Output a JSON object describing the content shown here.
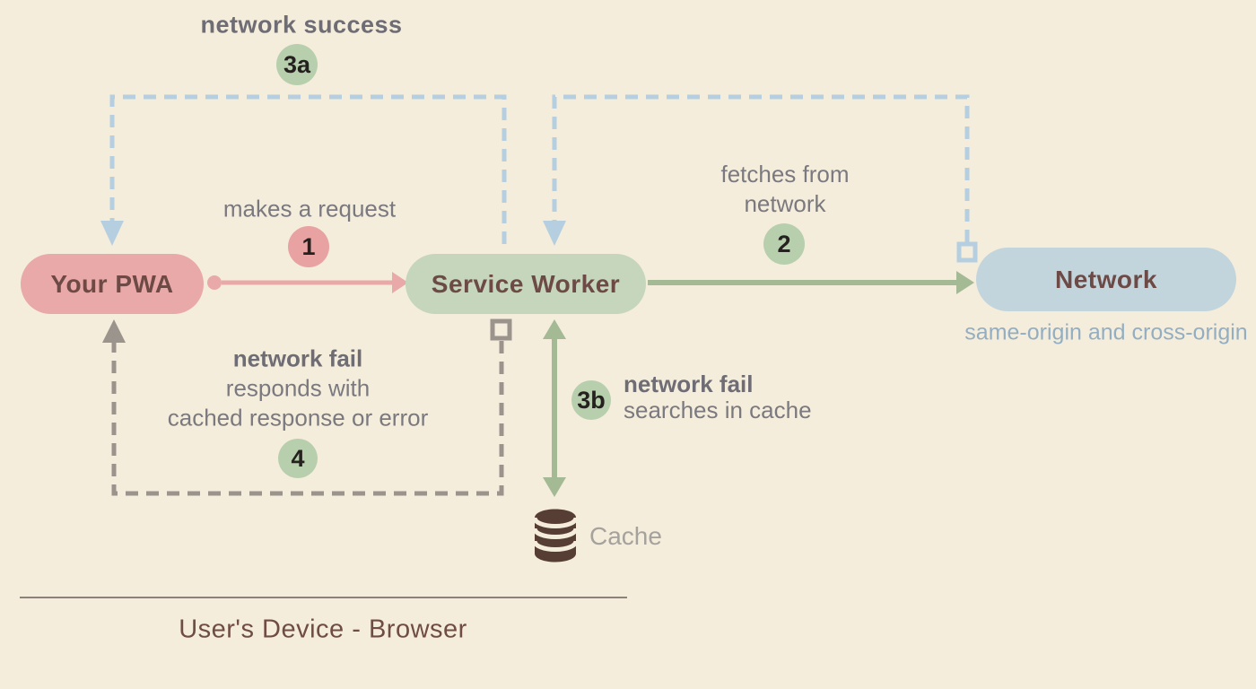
{
  "colors": {
    "background": "#f5eddb",
    "pwa_pill": "#e9a9a9",
    "service_worker_pill": "#c5d6bd",
    "network_pill": "#c2d5dc",
    "pill_text": "#6d4a45",
    "badge_pink": "#e8a2a2",
    "badge_green": "#b7cfad",
    "badge_text": "#24211e",
    "blue_dash": "#b5cfe0",
    "gray_dash": "#9b948d",
    "green_arrow": "#a4ba95",
    "pink_arrow": "#e9a9a9",
    "label_gray": "#7b7980",
    "label_bold_gray": "#6e6c74",
    "origin_text": "#93aec2",
    "cache_icon": "#573e35",
    "cache_text": "#a5a29e",
    "device_text": "#6f4c44",
    "divider": "#8d8179"
  },
  "nodes": {
    "pwa": {
      "label": "Your PWA"
    },
    "service_worker": {
      "label": "Service Worker"
    },
    "network": {
      "label": "Network",
      "sublabel": "same-origin and cross-origin"
    }
  },
  "steps": {
    "step1": {
      "badge": "1",
      "label": "makes a request"
    },
    "step2": {
      "badge": "2",
      "label_line1": "fetches from",
      "label_line2": "network"
    },
    "step3a": {
      "badge": "3a",
      "label": "network success"
    },
    "step3b": {
      "badge": "3b",
      "label_bold": "network fail",
      "label": "searches in cache"
    },
    "step4": {
      "badge": "4",
      "label_bold": "network fail",
      "label_line1": "responds with",
      "label_line2": "cached response or error"
    }
  },
  "cache": {
    "label": "Cache"
  },
  "footer": {
    "label": "User's Device - Browser"
  }
}
